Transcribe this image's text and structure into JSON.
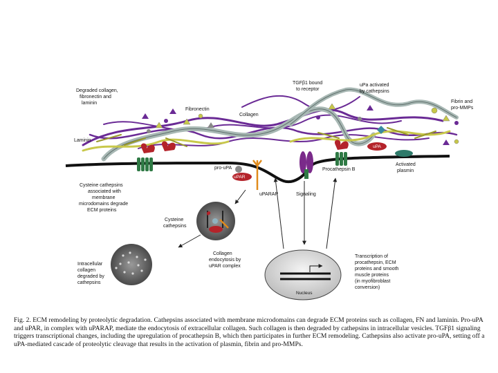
{
  "labels": {
    "degraded": [
      "Degraded collagen,",
      "fibronectin and",
      "laminin"
    ],
    "fibronectin": "Fibronectin",
    "collagen": "Collagen",
    "tgf": [
      "TGFβ1 bound",
      "to receptor"
    ],
    "upa_activated": [
      "uPa activated",
      "by cathepsins"
    ],
    "fibrin": [
      "Fibrin and",
      "pro-MMPs"
    ],
    "laminin": "Laminin",
    "pro_upa": "pro-uPA",
    "upar": "uPAR",
    "uparap": "uPARAP",
    "procathepsin": "Procathepsin B",
    "activated_plasmin": [
      "Activated",
      "plasmin"
    ],
    "upa_blob": "uPA",
    "cysteine_membrane": [
      "Cysteine cathepsins",
      "associated with",
      "membrane",
      "microdomains degrade",
      "ECM proteins"
    ],
    "signaling": "Signaling",
    "cysteine_cathepsins": [
      "Cysteine",
      "cathepsins"
    ],
    "collagen_endocytosis": [
      "Collagen",
      "endocytosis by",
      "uPAR complex"
    ],
    "intracellular": [
      "Intracellular",
      "collagen",
      "degraded by",
      "cathepsins"
    ],
    "transcription": [
      "Transcription of",
      "procathepsin, ECM",
      "proteins and smooth",
      "muscle proteins",
      "(in myofibroblast",
      "conversion)"
    ],
    "nucleus": "Nucleus"
  },
  "caption": {
    "text": "Fig. 2. ECM remodeling by proteolytic degradation. Cathepsins associated with membrane microdomains can degrade ECM proteins such as collagen, FN and laminin. Pro-uPA and uPAR, in complex with uPARAP, mediate the endocytosis of extracellular collagen. Such collagen is then degraded by cathepsins in intracellular vesicles. TGFβ1 signaling triggers transcriptional changes, including the upregulation of procathepsin B, which then participates in further ECM remodeling. Cathepsins also activate pro-uPA, setting off a uPA-mediated cascade of proteolytic cleavage that results in the activation of plasmin, fibrin and pro-MMPs."
  },
  "colors": {
    "collagen": "#6a2a95",
    "fibronectin": "#a8b8b4",
    "laminin": "#c8c84a",
    "cathepsin": "#b4232a",
    "receptor": "#7a2a8a",
    "membrane_protein": "#2f7a45",
    "uparap": "#e08a1a",
    "vesicle": "#5a5a5a"
  }
}
